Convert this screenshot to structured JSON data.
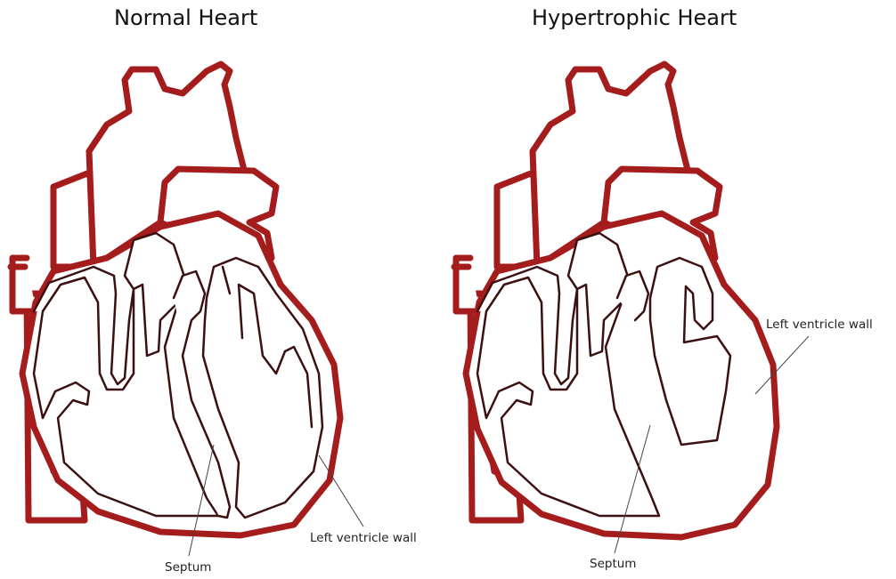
{
  "panels": {
    "left": {
      "title": "Normal Heart",
      "septum_label": "Septum",
      "ventricle_label": "Left ventricle wall"
    },
    "right": {
      "title": "Hypertrophic Heart",
      "septum_label": "Septum",
      "ventricle_label": "Left ventricle wall"
    }
  },
  "colors": {
    "outline": "#a51c1c",
    "inner_line": "#3b1010"
  }
}
